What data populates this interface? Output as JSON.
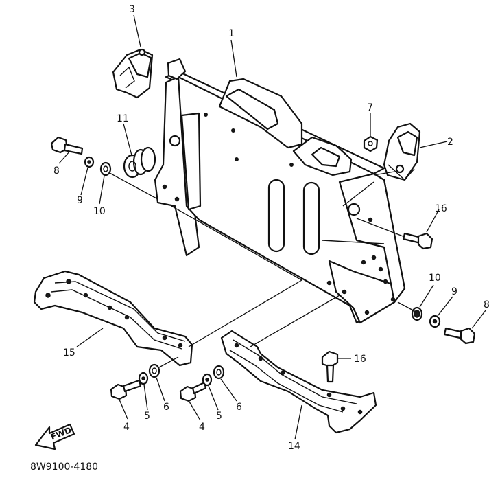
{
  "diagram": {
    "callouts": {
      "c1": "1",
      "c2": "2",
      "c3": "3",
      "c7": "7",
      "c11": "11",
      "c8_left": "8",
      "c9_left": "9",
      "c10_left": "10",
      "c16_right": "16",
      "c10_right": "10",
      "c9_right": "9",
      "c8_right": "8",
      "c15": "15",
      "c16_lower": "16",
      "c4_a": "4",
      "c5_a": "5",
      "c6_a": "6",
      "c4_b": "4",
      "c5_b": "5",
      "c6_b": "6",
      "c14": "14"
    },
    "fwd_label": "FWD",
    "drawing_code": "8W9100-4180"
  }
}
